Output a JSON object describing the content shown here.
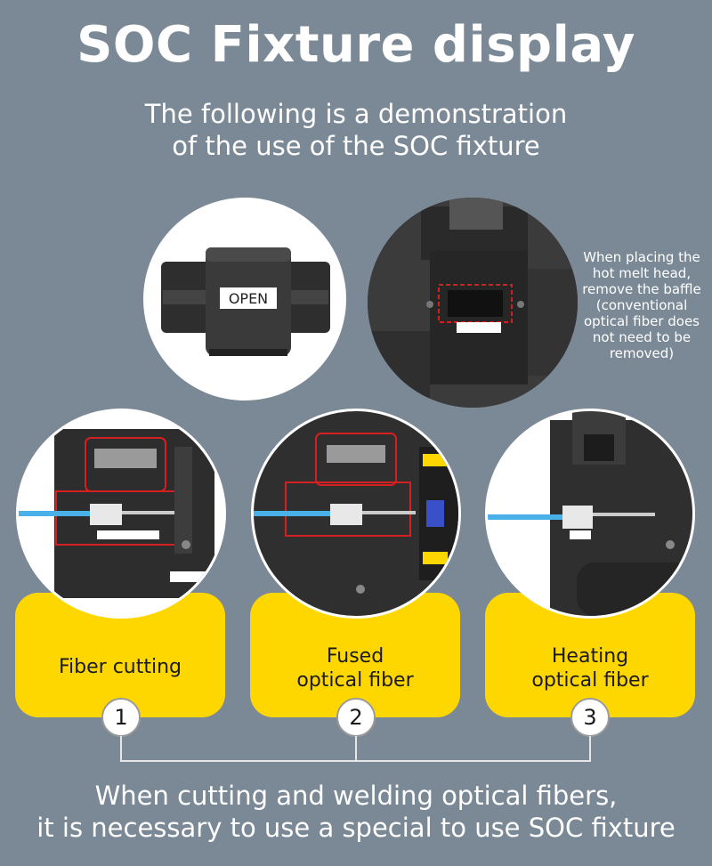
{
  "header": {
    "title": "SOC Fixture display",
    "subtitle_line1": "The following is a demonstration",
    "subtitle_line2": "of the use of the SOC fixture"
  },
  "top_images": {
    "fixture_label": "OPEN",
    "note_lines": [
      "When placing the",
      "hot melt head,",
      "remove the baffle",
      "(conventional",
      "optical fiber does",
      "not need to be",
      "removed)"
    ]
  },
  "steps": [
    {
      "label_line1": "Fiber cutting",
      "label_line2": "",
      "number": "1"
    },
    {
      "label_line1": "Fused",
      "label_line2": "optical fiber",
      "number": "2"
    },
    {
      "label_line1": "Heating",
      "label_line2": "optical fiber",
      "number": "3"
    }
  ],
  "footer": {
    "line1": "When cutting and welding optical fibers,",
    "line2": "it is necessary to use a special to use SOC fixture"
  },
  "colors": {
    "background": "#7a8995",
    "card": "#ffd700",
    "highlight": "#d42020",
    "fiber": "#4ab0e8"
  }
}
